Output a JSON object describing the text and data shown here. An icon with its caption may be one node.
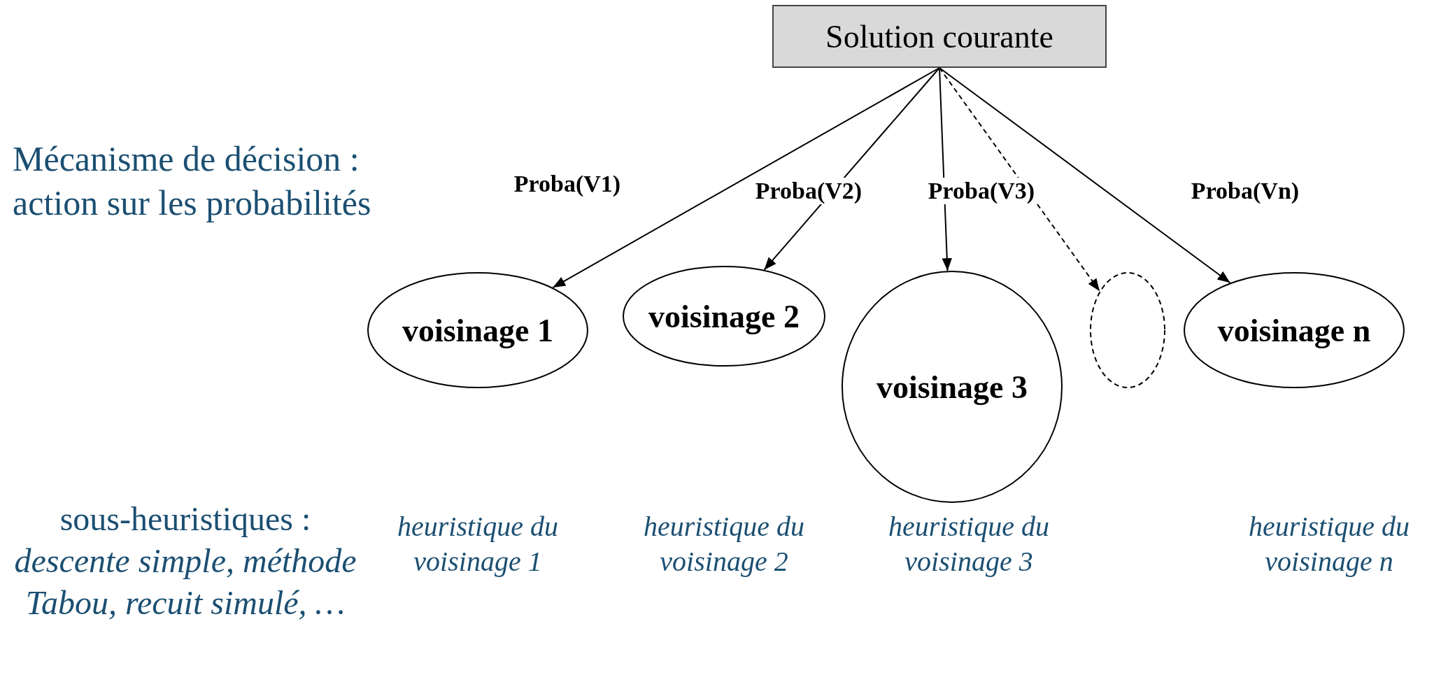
{
  "diagram": {
    "nodes": [
      {
        "text": [
          "Solution courante"
        ]
      },
      {
        "text": [
          "voisinage 1"
        ]
      },
      {
        "text": [
          "voisinage 2"
        ]
      },
      {
        "text": [
          "voisinage 3"
        ]
      },
      {
        "text": [],
        "shape": "ellipse"
      },
      {
        "text": [
          "voisinage n"
        ]
      }
    ],
    "edges": [
      {
        "from": 0,
        "to": 1,
        "arrow": "to",
        "label": "Proba(V1)"
      },
      {
        "from": 0,
        "to": 2,
        "arrow": "to",
        "label": "Proba(V2)"
      },
      {
        "from": 0,
        "to": 3,
        "arrow": "to",
        "label": "Proba(V3)"
      },
      {
        "from": 0,
        "to": 4,
        "arrow": "to",
        "style": "dashed"
      },
      {
        "from": 0,
        "to": 5,
        "arrow": "to",
        "label": "Proba(Vn)"
      }
    ],
    "labels": [
      "Mécanisme de décision : action sur les probabilités",
      "sous-heuristiques : *descente simple, méthode Tabou, recuit simulé, …*",
      "heuristique du voisinage 1",
      "heuristique du voisinage 2",
      "heuristique du voisinage 3",
      "heuristique du voisinage n"
    ]
  }
}
